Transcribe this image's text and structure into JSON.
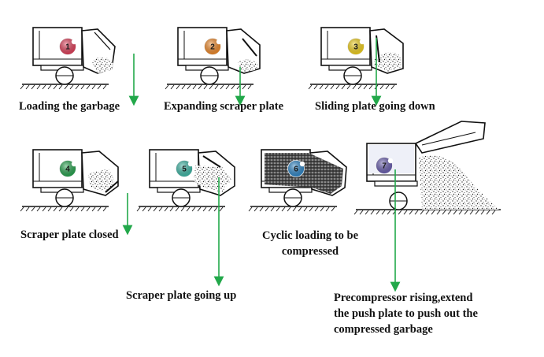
{
  "steps": [
    {
      "number": "1",
      "label": "Loading the garbage",
      "color": "#e0405a"
    },
    {
      "number": "2",
      "label": "Expanding scraper plate",
      "color": "#f08a2a"
    },
    {
      "number": "3",
      "label": "Sliding plate going down",
      "color": "#f2d11c"
    },
    {
      "number": "4",
      "label": "Scraper plate closed",
      "color": "#27a34e"
    },
    {
      "number": "5",
      "label": "Scraper plate going up",
      "color": "#3fb7a6"
    },
    {
      "number": "6",
      "label_line1": "Cyclic loading to be",
      "label_line2": "compressed",
      "color": "#2f86c7"
    },
    {
      "number": "7",
      "label_line1": "Precompressor rising,extend",
      "label_line2": "the push plate to push out the",
      "label_line3": "compressed garbage",
      "color": "#6a5fb0"
    }
  ],
  "arrow_color": "#22a84a",
  "outline_color": "#111111"
}
